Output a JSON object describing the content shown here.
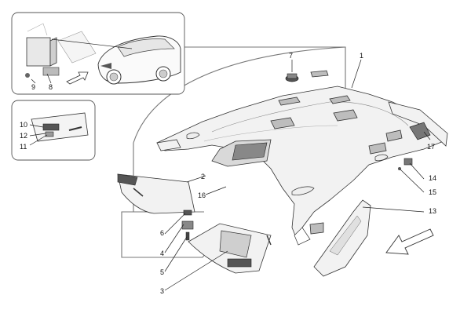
{
  "diagram": {
    "callouts": [
      "1",
      "2",
      "3",
      "4",
      "5",
      "6",
      "7",
      "8",
      "9",
      "10",
      "11",
      "12",
      "13",
      "14",
      "15",
      "16",
      "17"
    ]
  },
  "icons": {
    "direction_arrow": "arrow-down-left-icon",
    "view_arrow": "arrow-up-right-icon"
  }
}
